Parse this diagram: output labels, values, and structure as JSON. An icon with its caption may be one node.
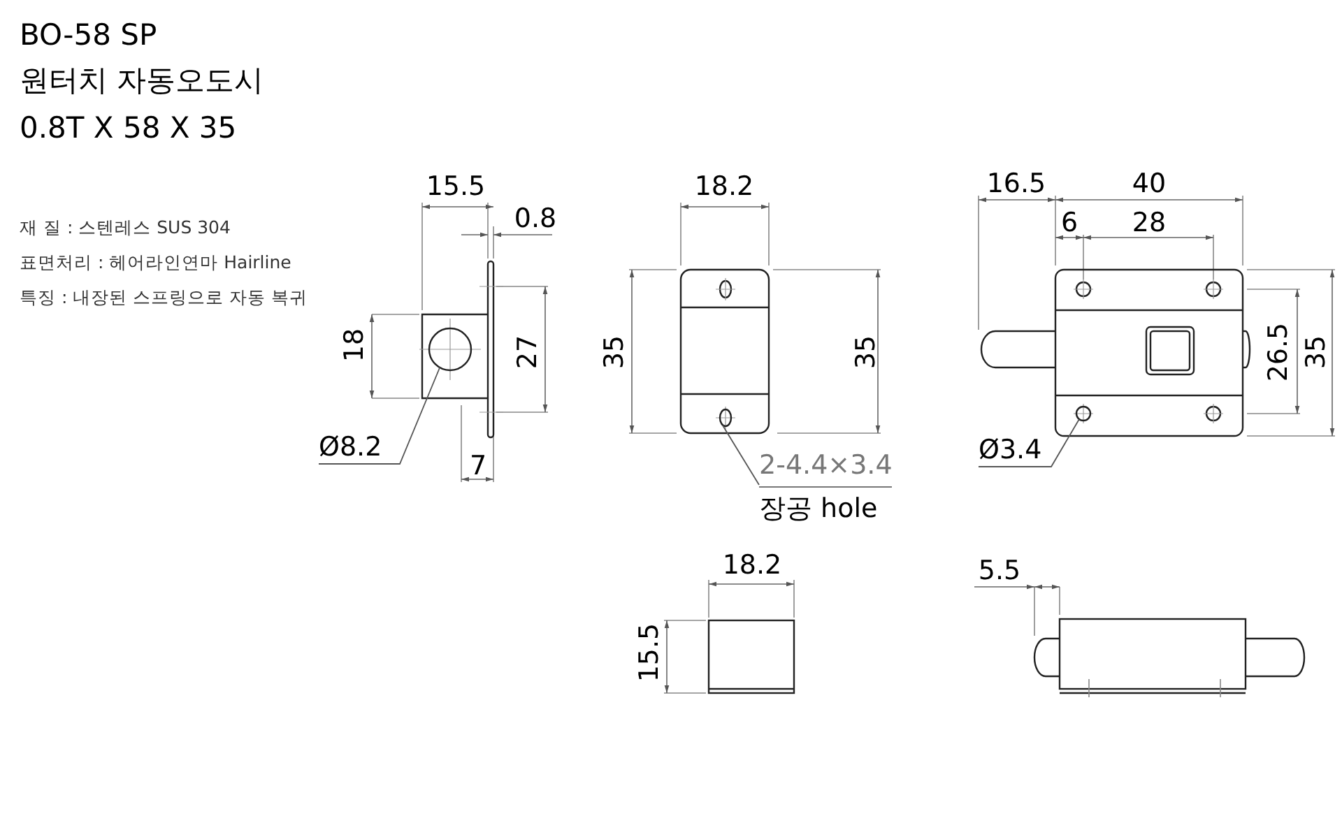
{
  "diagram": {
    "title": "BO-58 SP",
    "nodes": [
      {
        "text": [
          "Ø8.2"
        ]
      },
      {
        "text": [],
        "shape": "circle"
      },
      {
        "text": [
          "2-4.4×3.4",
          "장공 hole"
        ]
      },
      {
        "text": [],
        "shape": "circle"
      },
      {
        "text": [
          "Ø3.4"
        ]
      },
      {
        "text": [],
        "shape": "circle"
      }
    ],
    "edges": [
      {
        "from": 0,
        "to": 1,
        "arrow": "none"
      },
      {
        "from": 2,
        "to": 3,
        "arrow": "none"
      },
      {
        "from": 4,
        "to": 5,
        "arrow": "none"
      }
    ],
    "labels": [
      "원터치 자동오도시",
      "0.8T X 58 X 35",
      "재 질 : 스텐레스 SUS 304",
      "표면처리 : 헤어라인연마 Hairline",
      "특징 : 내장된 스프링으로 자동 복귀",
      "15.5",
      "0.8",
      "18",
      "27",
      "7",
      "18.2",
      "35",
      "35",
      "16.5",
      "40",
      "6",
      "28",
      "26.5",
      "35",
      "18.2",
      "15.5",
      "5.5"
    ]
  }
}
